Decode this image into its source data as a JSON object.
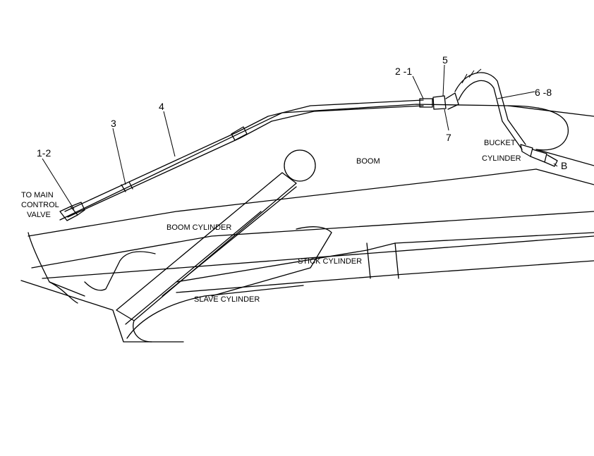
{
  "labels": {
    "to_main_control_valve": [
      "TO MAIN",
      "CONTROL",
      "VALVE"
    ],
    "boom": "BOOM",
    "boom_cylinder": "BOOM CYLINDER",
    "stick_cylinder": "STICK CYLINDER",
    "slave_cylinder": "SLAVE CYLINDER",
    "bucket_cylinder": [
      "BUCKET",
      "CYLINDER"
    ]
  },
  "callouts": {
    "c1_2": "1-2",
    "c3": "3",
    "c4": "4",
    "c2_1": "2 -1",
    "c5": "5",
    "c7": "7",
    "c6_8": "6 -8",
    "cB": "B"
  }
}
